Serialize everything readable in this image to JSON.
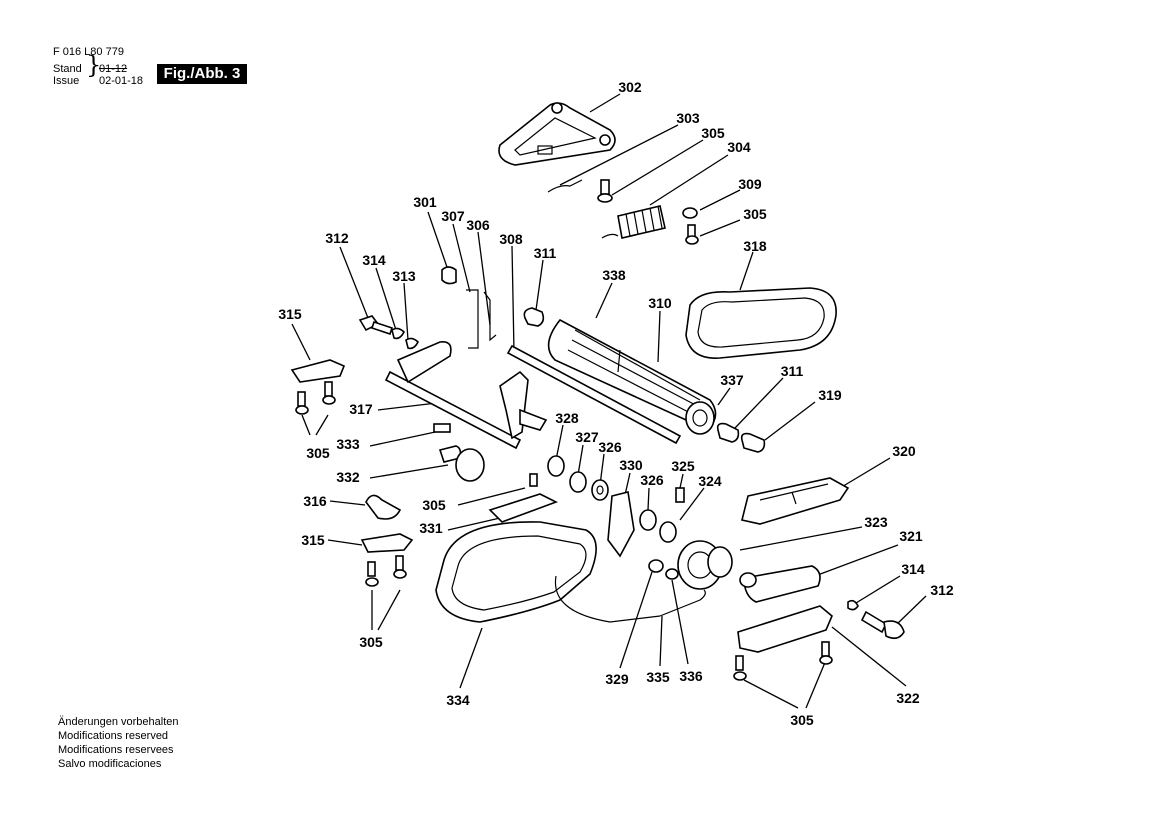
{
  "header": {
    "doc_number": "F 016 L80 779",
    "stand_label": "Stand",
    "issue_label": "Issue",
    "old_revision": "01-12",
    "new_revision": "02-01-18",
    "figure_tag": "Fig./Abb. 3"
  },
  "notes": [
    "Änderungen vorbehalten",
    "Modifications reserved",
    "Modifications reservees",
    "Salvo modificaciones"
  ],
  "callouts": [
    {
      "id": "c302",
      "text": "302"
    },
    {
      "id": "c303",
      "text": "303"
    },
    {
      "id": "c305a",
      "text": "305"
    },
    {
      "id": "c304",
      "text": "304"
    },
    {
      "id": "c309",
      "text": "309"
    },
    {
      "id": "c305b",
      "text": "305"
    },
    {
      "id": "c318",
      "text": "318"
    },
    {
      "id": "c301",
      "text": "301"
    },
    {
      "id": "c307",
      "text": "307"
    },
    {
      "id": "c306",
      "text": "306"
    },
    {
      "id": "c308",
      "text": "308"
    },
    {
      "id": "c311a",
      "text": "311"
    },
    {
      "id": "c338",
      "text": "338"
    },
    {
      "id": "c310",
      "text": "310"
    },
    {
      "id": "c312a",
      "text": "312"
    },
    {
      "id": "c314a",
      "text": "314"
    },
    {
      "id": "c313",
      "text": "313"
    },
    {
      "id": "c315a",
      "text": "315"
    },
    {
      "id": "c337",
      "text": "337"
    },
    {
      "id": "c311b",
      "text": "311"
    },
    {
      "id": "c319",
      "text": "319"
    },
    {
      "id": "c317",
      "text": "317"
    },
    {
      "id": "c333",
      "text": "333"
    },
    {
      "id": "c305c",
      "text": "305"
    },
    {
      "id": "c328",
      "text": "328"
    },
    {
      "id": "c327",
      "text": "327"
    },
    {
      "id": "c326a",
      "text": "326"
    },
    {
      "id": "c320",
      "text": "320"
    },
    {
      "id": "c332",
      "text": "332"
    },
    {
      "id": "c330",
      "text": "330"
    },
    {
      "id": "c325",
      "text": "325"
    },
    {
      "id": "c326b",
      "text": "326"
    },
    {
      "id": "c324",
      "text": "324"
    },
    {
      "id": "c305d",
      "text": "305"
    },
    {
      "id": "c316",
      "text": "316"
    },
    {
      "id": "c331",
      "text": "331"
    },
    {
      "id": "c323",
      "text": "323"
    },
    {
      "id": "c315b",
      "text": "315"
    },
    {
      "id": "c321",
      "text": "321"
    },
    {
      "id": "c314b",
      "text": "314"
    },
    {
      "id": "c312b",
      "text": "312"
    },
    {
      "id": "c305e",
      "text": "305"
    },
    {
      "id": "c329",
      "text": "329"
    },
    {
      "id": "c335",
      "text": "335"
    },
    {
      "id": "c336",
      "text": "336"
    },
    {
      "id": "c322",
      "text": "322"
    },
    {
      "id": "c334",
      "text": "334"
    },
    {
      "id": "c305f",
      "text": "305"
    }
  ]
}
